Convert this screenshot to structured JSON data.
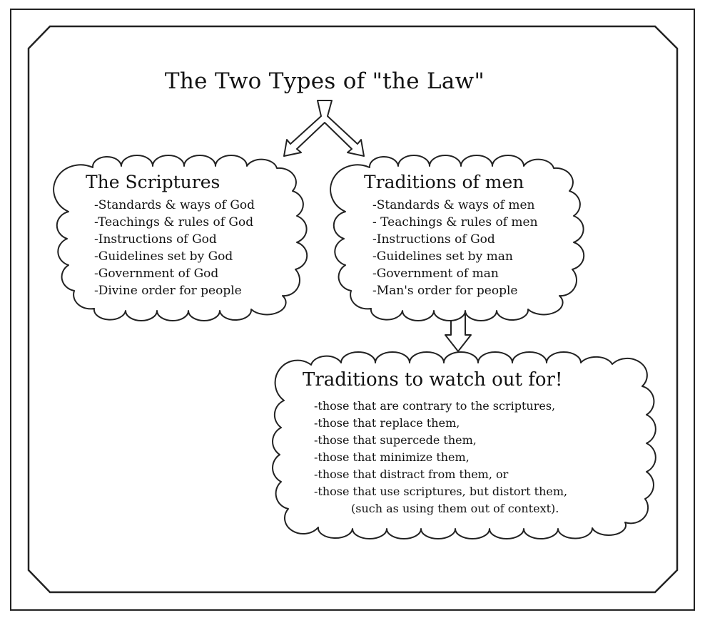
{
  "title": "The Two Types of \"the Law\"",
  "scriptures": {
    "title": "The Scriptures",
    "items": [
      "-Standards & ways of God",
      "-Teachings & rules of God",
      "-Instructions of God",
      "-Guidelines set by God",
      "-Government of God",
      "-Divine order for people"
    ]
  },
  "traditions": {
    "title": "Traditions of men",
    "items": [
      "-Standards & ways of men",
      "- Teachings & rules of men",
      "-Instructions of God",
      "-Guidelines set by man",
      "-Government of man",
      "-Man's order for people"
    ]
  },
  "watch_out": {
    "title": "Traditions to watch out for!",
    "items": [
      "-those that are contrary to the scriptures,",
      "-those that replace them,",
      "-those that supercede them,",
      "-those that minimize them,",
      "-those that distract from them, or",
      "-those that use scriptures, but distort them,",
      "(such as using them out of context)."
    ]
  }
}
